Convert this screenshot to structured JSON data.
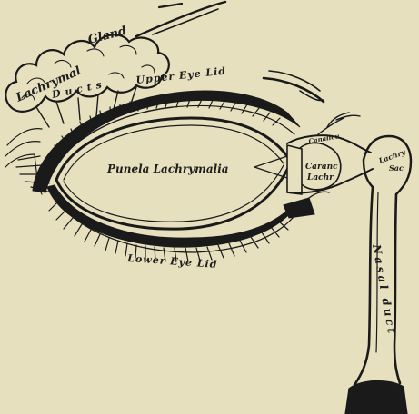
{
  "labels": {
    "lachrymal_gland_1": "Lachrymal",
    "lachrymal_gland_2": "Gland",
    "ducts": "Ducts",
    "upper_eye_lid": "Upper Eye Lid",
    "punela_lachrymalia": "Punela Lachrymalia",
    "canalicul": "Canalicu",
    "caranc": "Caranc",
    "lachr": "Lachr",
    "lachrymal_sac_1": "Lachry",
    "lachrymal_sac_2": "Sac",
    "lower_eye_lid": "Lower Eye Lid",
    "nasal_duct": "Nasal duct"
  },
  "colors": {
    "paper": "#e6e0bf",
    "ink": "#1a1a1a"
  }
}
